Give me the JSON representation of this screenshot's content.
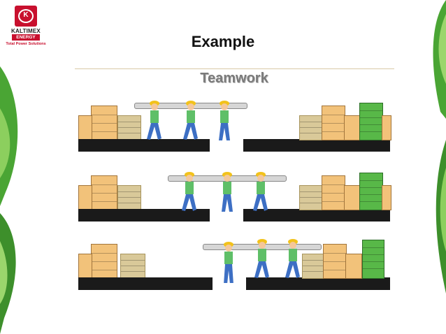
{
  "logo": {
    "monogram": "K",
    "brand": "KALTIMEX",
    "energy": "ENERGY",
    "tagline": "Total Power Solutions"
  },
  "slide": {
    "title": "Example"
  },
  "illustration": {
    "title": "Teamwork"
  },
  "colors": {
    "leaf_green": "#3f9a2f",
    "brand_red": "#c8102e",
    "ledge": "#1a1a1a",
    "worker_shirt": "#5fbf68",
    "worker_pants": "#3d6fc4",
    "hard_hat": "#f2c21b"
  }
}
